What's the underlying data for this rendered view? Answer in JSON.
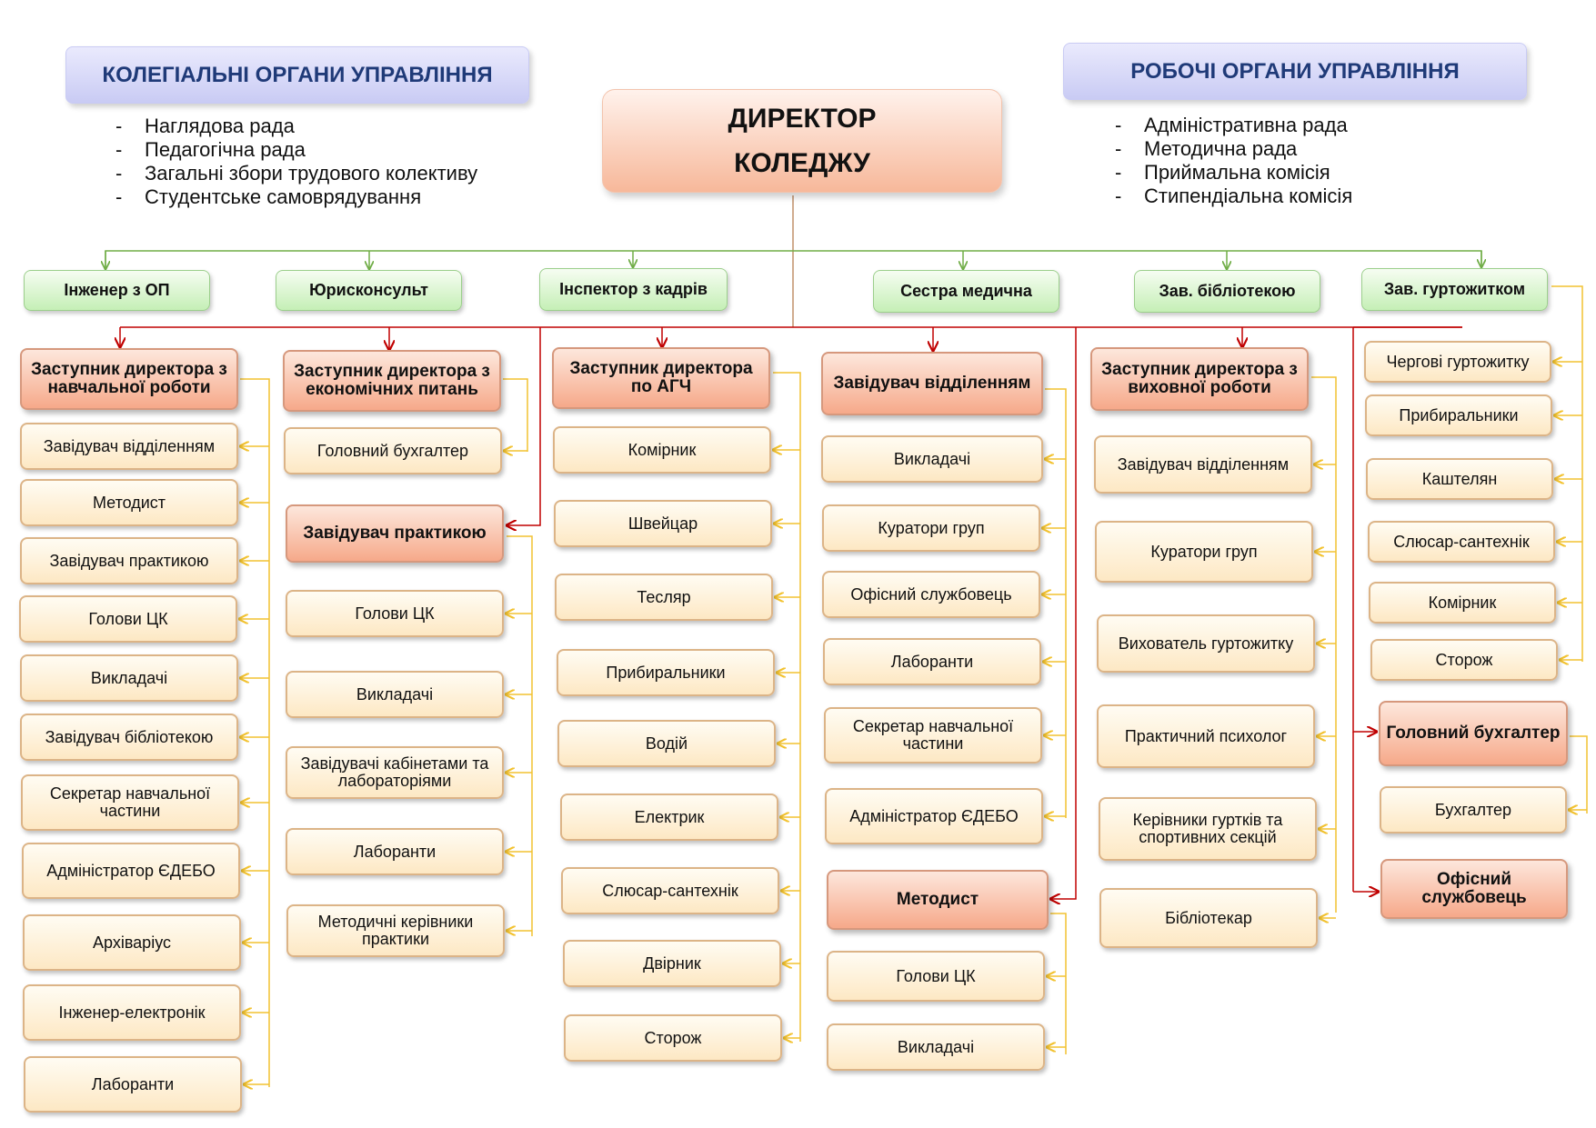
{
  "headers": {
    "collegial": "КОЛЕГІАЛЬНІ ОРГАНИ УПРАВЛІННЯ",
    "working": "РОБОЧІ ОРГАНИ УПРАВЛІННЯ"
  },
  "director": {
    "line1": "ДИРЕКТОР",
    "line2": "КОЛЕДЖУ"
  },
  "collegial_items": [
    "Наглядова рада",
    "Педагогічна рада",
    "Загальні збори трудового колективу",
    "Студентське самоврядування"
  ],
  "working_items": [
    "Адміністративна рада",
    "Методична рада",
    "Приймальна комісія",
    "Стипендіальна комісія"
  ],
  "staff": [
    "Інженер з ОП",
    "Юрисконсульт",
    "Інспектор з кадрів",
    "Сестра медична",
    "Зав. бібліотекою",
    "Зав. гуртожитком"
  ],
  "columns": [
    {
      "head": "Заступник директора з навчальної роботи",
      "items": [
        "Завідувач відділенням",
        "Методист",
        "Завідувач практикою",
        "Голови ЦК",
        "Викладачі",
        "Завідувач бібліотекою",
        "Секретар навчальної частини",
        "Адміністратор ЄДЕБО",
        "Архіваріус",
        "Інженер-електронік",
        "Лаборанти"
      ]
    },
    {
      "head": "Заступник директора з економічних питань",
      "items": [
        "Головний бухгалтер"
      ],
      "sub_head": "Завідувач практикою",
      "sub_items": [
        "Голови ЦК",
        "Викладачі",
        "Завідувачі кабінетами та лабораторіями",
        "Лаборанти",
        "Методичні керівники практики"
      ]
    },
    {
      "head": "Заступник директора по АГЧ",
      "items": [
        "Комірник",
        "Швейцар",
        "Тесляр",
        "Прибиральники",
        "Водій",
        "Електрик",
        "Слюсар-сантехнік",
        "Двірник",
        "Сторож"
      ]
    },
    {
      "head": "Завідувач відділенням",
      "items": [
        "Викладачі",
        "Куратори груп",
        "Офісний службовець",
        "Лаборанти",
        "Секретар навчальної частини",
        "Адміністратор ЄДЕБО"
      ],
      "sub_head": "Методист",
      "sub_items": [
        "Голови ЦК",
        "Викладачі"
      ]
    },
    {
      "head": "Заступник директора з виховної роботи",
      "items": [
        "Завідувач відділенням",
        "Куратори груп",
        "Вихователь гуртожитку",
        "Практичний психолог",
        "Керівники гуртків та спортивних секцій",
        "Бібліотекар"
      ]
    },
    {
      "items": [
        "Чергові гуртожитку",
        "Прибиральники",
        "Каштелян",
        "Слюсар-сантехнік",
        "Комірник",
        "Сторож"
      ],
      "sub_head": "Головний бухгалтер",
      "sub_items": [
        "Бухгалтер"
      ],
      "extra_head": "Офісний службовець"
    }
  ],
  "colors": {
    "green_line": "#70ad47",
    "red_line": "#c00000",
    "yellow_line": "#f2c230",
    "brown_line": "#c0906a"
  }
}
